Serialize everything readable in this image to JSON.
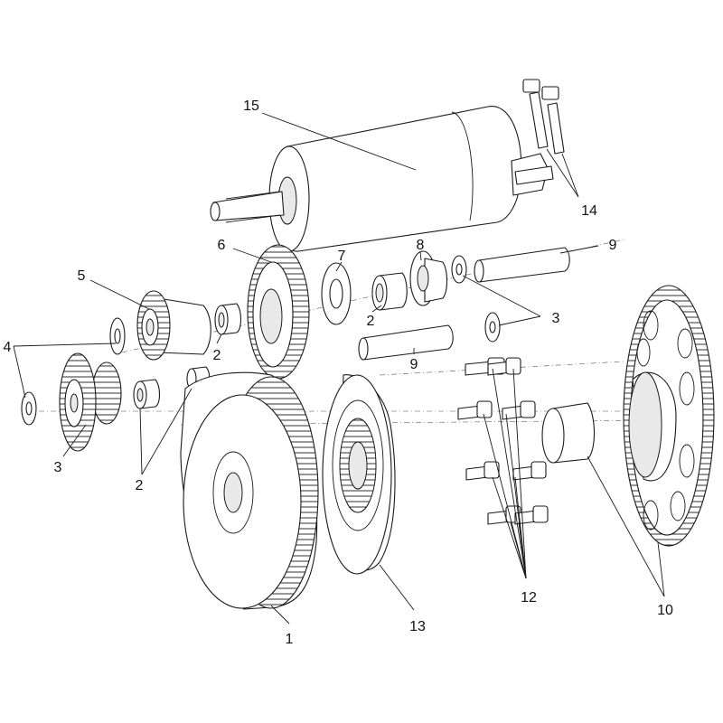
{
  "callouts": [
    {
      "id": "c1",
      "text": "1"
    },
    {
      "id": "c2a",
      "text": "2"
    },
    {
      "id": "c2b",
      "text": "2"
    },
    {
      "id": "c2c",
      "text": "2"
    },
    {
      "id": "c3a",
      "text": "3"
    },
    {
      "id": "c3b",
      "text": "3"
    },
    {
      "id": "c4",
      "text": "4"
    },
    {
      "id": "c5",
      "text": "5"
    },
    {
      "id": "c6",
      "text": "6"
    },
    {
      "id": "c7",
      "text": "7"
    },
    {
      "id": "c8",
      "text": "8"
    },
    {
      "id": "c9a",
      "text": "9"
    },
    {
      "id": "c9b",
      "text": "9"
    },
    {
      "id": "c10",
      "text": "10"
    },
    {
      "id": "c12",
      "text": "12"
    },
    {
      "id": "c13",
      "text": "13"
    },
    {
      "id": "c14",
      "text": "14"
    },
    {
      "id": "c15",
      "text": "15"
    }
  ]
}
